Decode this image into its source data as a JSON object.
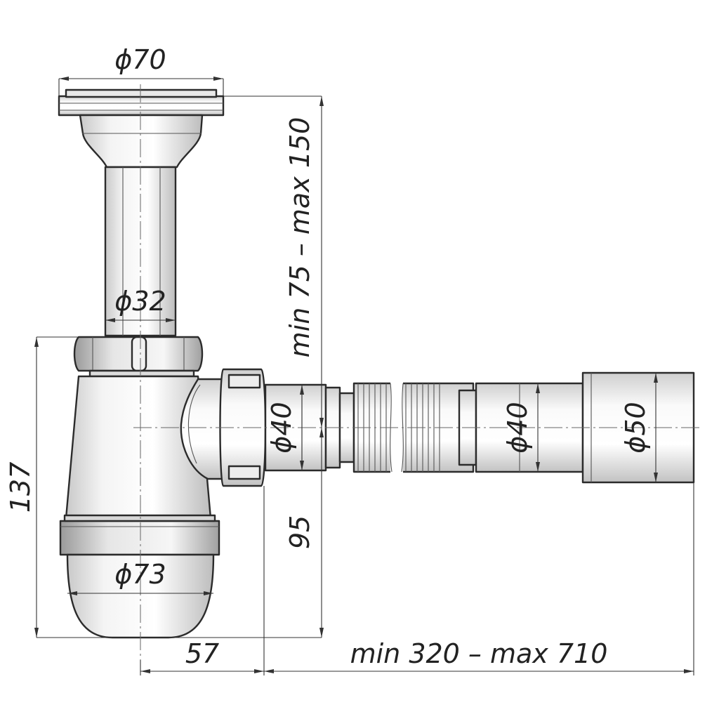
{
  "drawing": {
    "dimensions": {
      "top_diameter": "ϕ70",
      "tube_diameter": "ϕ32",
      "bottle_diameter": "ϕ73",
      "outlet_diameter": "ϕ40",
      "hose_diameter": "ϕ40",
      "end_diameter": "ϕ50",
      "vertical_range": "min 75 – max 150",
      "total_height": "137",
      "outlet_height": "95",
      "offset": "57",
      "hose_length_range": "min 320 – max 710"
    },
    "colors": {
      "line": "#2b2b2b",
      "fill": "#ffffff",
      "text": "#222222"
    }
  }
}
